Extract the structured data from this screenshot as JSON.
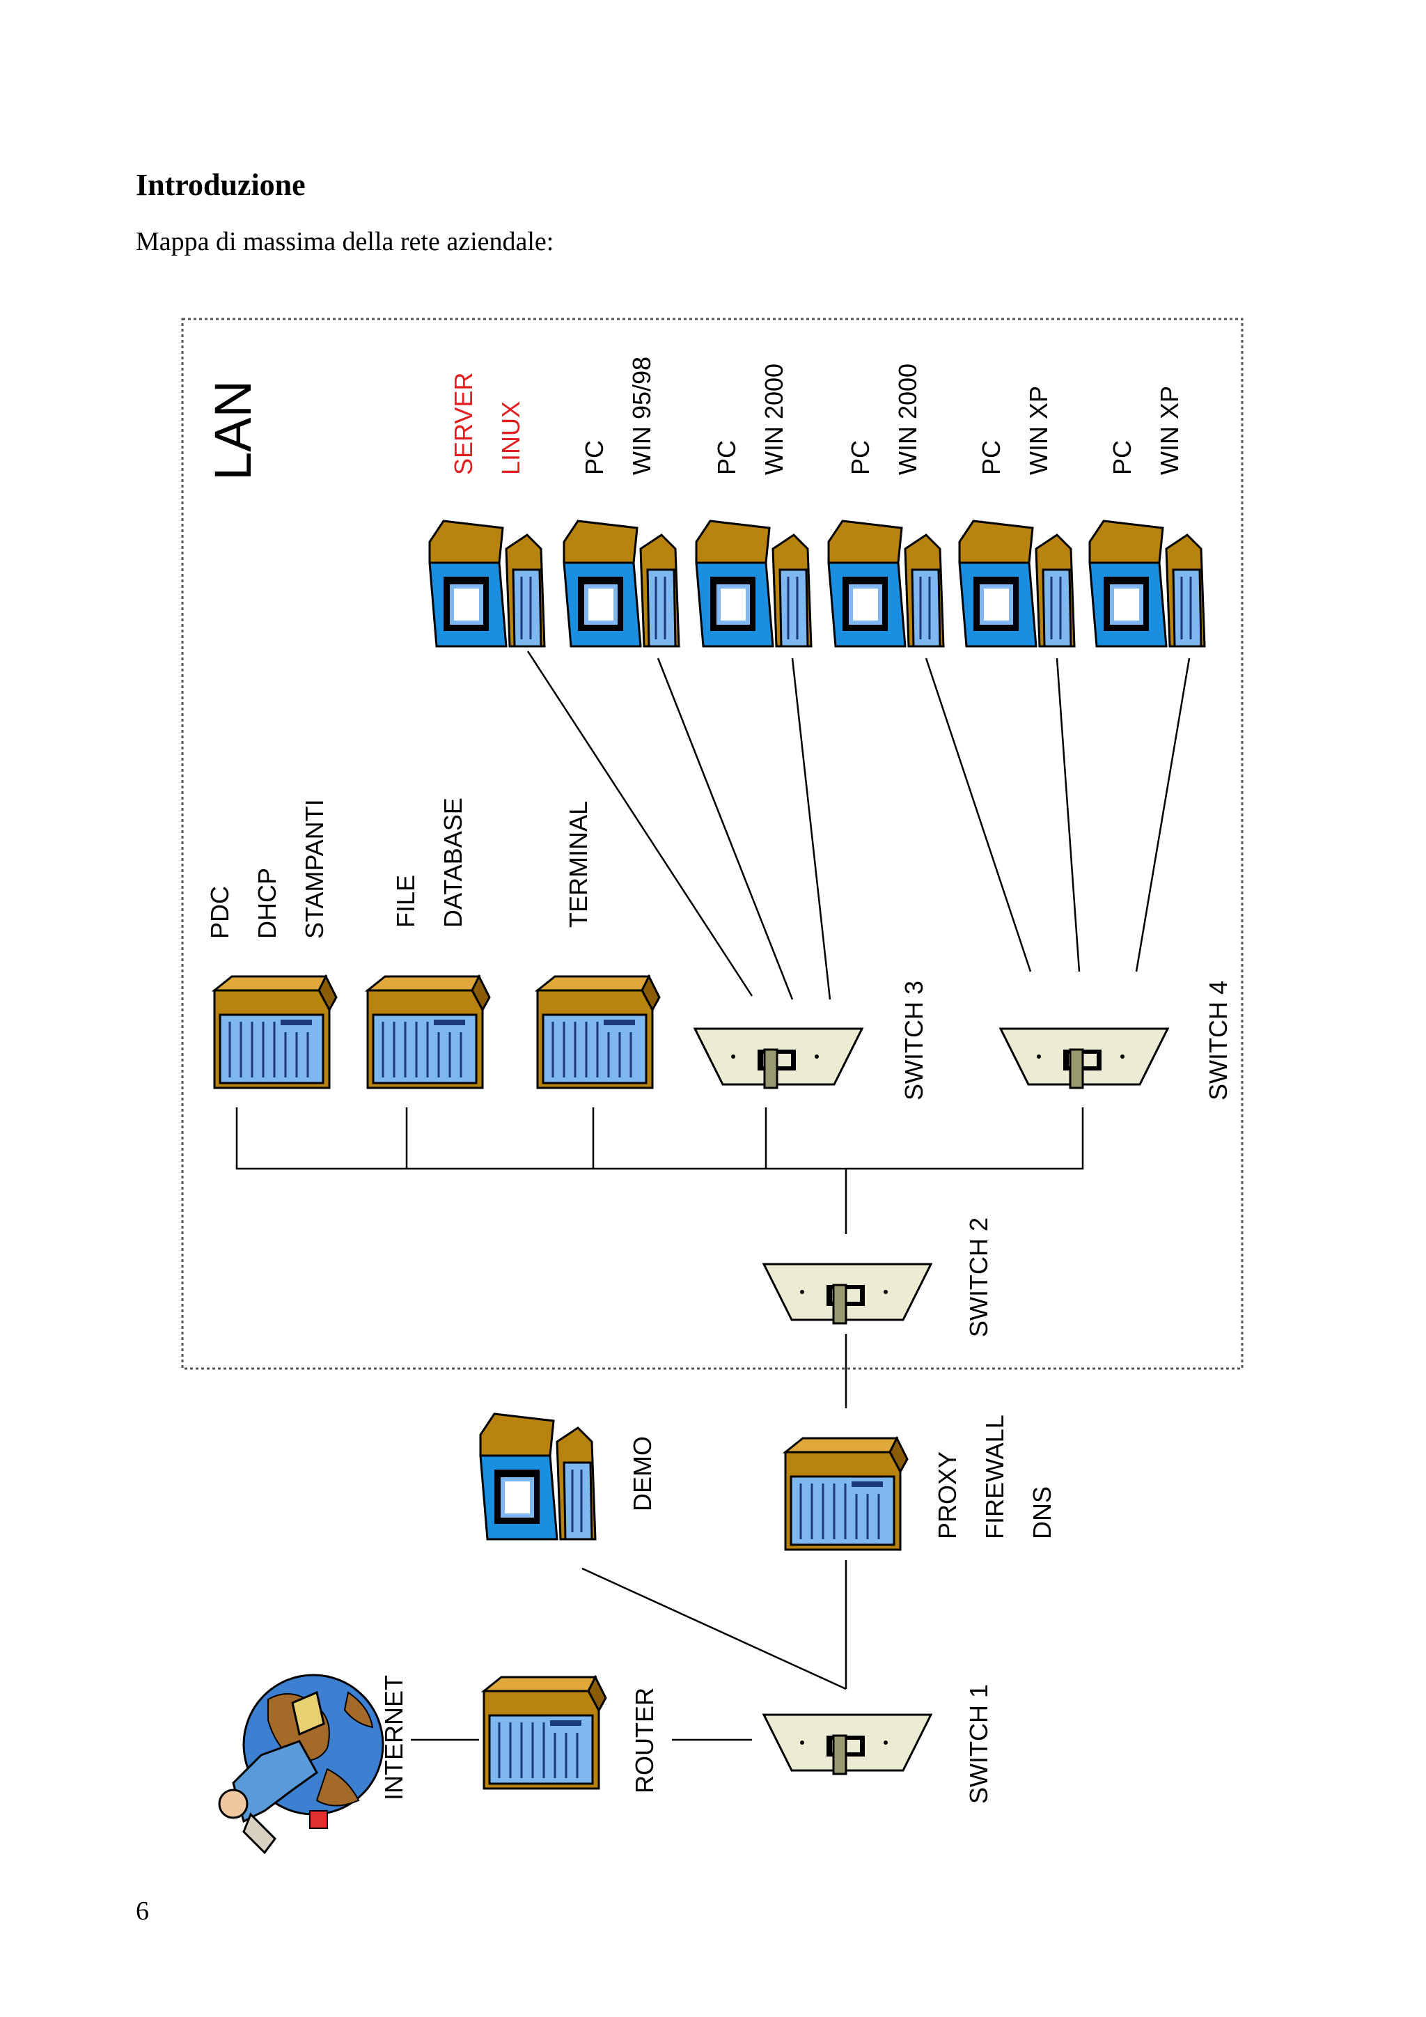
{
  "heading": "Introduzione",
  "intro": "Mappa di massima della rete aziendale:",
  "page_number": "6",
  "diagram": {
    "lan_title": "LAN",
    "labels": {
      "server_linux": [
        "SERVER",
        "LINUX"
      ],
      "pc1": [
        "PC",
        "WIN 95/98"
      ],
      "pc2": [
        "PC",
        "WIN 2000"
      ],
      "pc3": [
        "PC",
        "WIN 2000"
      ],
      "pc4": [
        "PC",
        "WIN XP"
      ],
      "pc5": [
        "PC",
        "WIN XP"
      ],
      "pdc": [
        "PDC",
        "DHCP",
        "STAMPANTI"
      ],
      "file": [
        "FILE",
        "DATABASE"
      ],
      "terminal": [
        "TERMINAL"
      ],
      "switch3": [
        "SWITCH 3"
      ],
      "switch4": [
        "SWITCH 4"
      ],
      "switch2": [
        "SWITCH 2"
      ],
      "demo": [
        "DEMO"
      ],
      "proxy": [
        "PROXY",
        "FIREWALL",
        "DNS"
      ],
      "internet": [
        "INTERNET"
      ],
      "router": [
        "ROUTER"
      ],
      "switch1": [
        "SWITCH 1"
      ]
    },
    "colors": {
      "server_linux_label": "#e02020",
      "label": "#000000",
      "cabinet": "#b8830f",
      "panel": "#7fb8f0",
      "switch": "#ecebd3"
    }
  }
}
